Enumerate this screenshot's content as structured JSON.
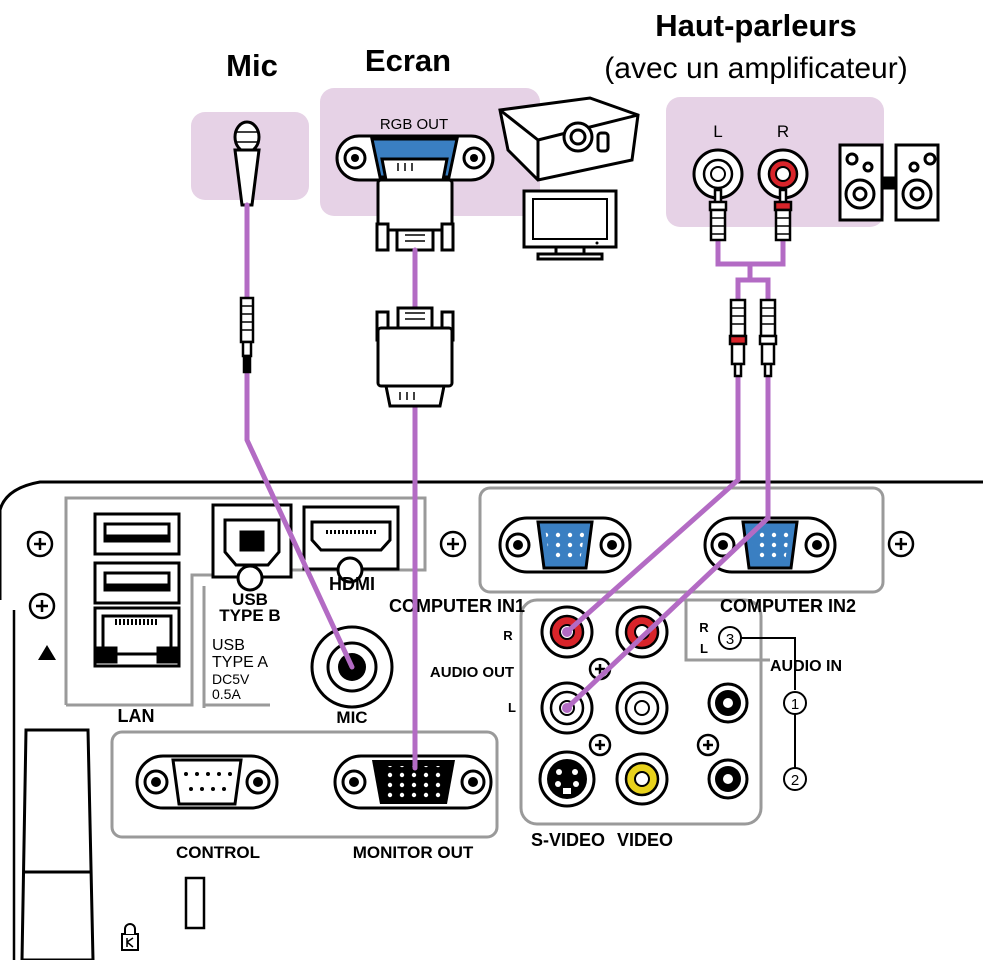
{
  "headings": {
    "mic": "Mic",
    "screen": "Ecran",
    "speakers": "Haut-parleurs",
    "speakers_sub": "(avec un amplificateur)"
  },
  "device_labels": {
    "rgb_out": "RGB OUT",
    "speaker_l": "L",
    "speaker_r": "R"
  },
  "panel_labels": {
    "lan": "LAN",
    "usb_b_1": "USB",
    "usb_b_2": "TYPE B",
    "usb_a_1": "USB",
    "usb_a_2": "TYPE A",
    "usb_a_3": "DC5V",
    "usb_a_4": "0.5A",
    "hdmi": "HDMI",
    "mic": "MIC",
    "computer_in1": "COMPUTER IN1",
    "computer_in2": "COMPUTER IN2",
    "audio_out": "AUDIO OUT",
    "audio_out_r": "R",
    "audio_out_l": "L",
    "audio_in": "AUDIO IN",
    "audio_in_r": "R",
    "audio_in_l": "L",
    "audio_in_1": "1",
    "audio_in_2": "2",
    "audio_in_3": "3",
    "control": "CONTROL",
    "monitor_out": "MONITOR OUT",
    "svideo": "S-VIDEO",
    "video": "VIDEO"
  },
  "colors": {
    "highlight": "#e6d2e6",
    "cable": "#b36bc4",
    "vga_blue": "#3a7fc2",
    "rca_red": "#d8242a",
    "rca_yellow": "#e8d21c",
    "panel_stroke": "#9a9a9a"
  }
}
